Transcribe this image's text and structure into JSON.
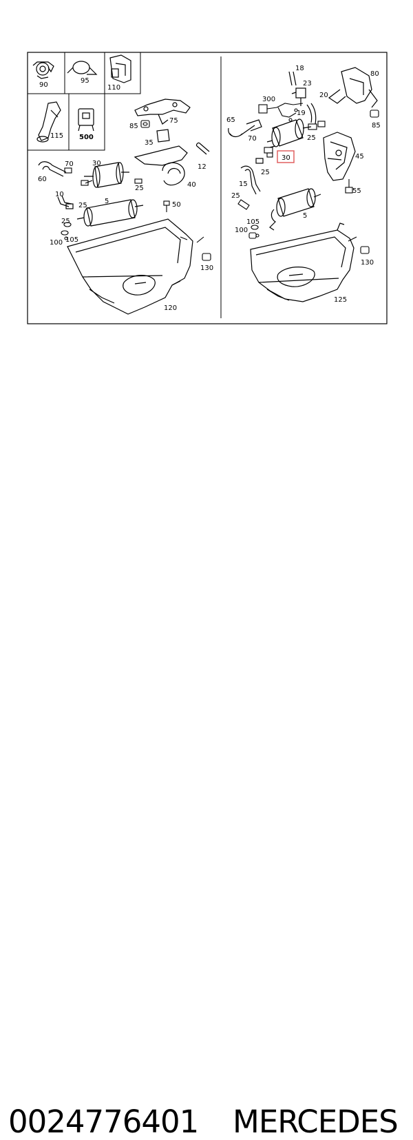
{
  "diagram": {
    "inset_labels": {
      "i90": "90",
      "i95": "95",
      "i110": "110",
      "i115": "115",
      "i500": "500"
    },
    "left_labels": {
      "l85": "85",
      "l75": "75",
      "l35": "35",
      "l12": "12",
      "l70": "70",
      "l30": "30",
      "l60": "60",
      "l25a": "25",
      "l40": "40",
      "l10": "10",
      "l25b": "25",
      "l5": "5",
      "l50": "50",
      "l25c": "25",
      "l100": "100",
      "l105": "105",
      "l130": "130",
      "l120": "120"
    },
    "right_labels": {
      "r18": "18",
      "r23": "23",
      "r80": "80",
      "r300": "300",
      "r20": "20",
      "r19": "19",
      "r65": "65",
      "r85": "85",
      "r70": "70",
      "r25a": "25",
      "r45": "45",
      "r30": "30",
      "r25b": "25",
      "r15": "15",
      "r55": "55",
      "r25c": "25",
      "r5": "5",
      "r105": "105",
      "r100": "100",
      "r130": "130",
      "r125": "125"
    },
    "highlight_color": "#e06060"
  },
  "caption": {
    "part_number": "0024776401",
    "brand": "MERCEDES"
  }
}
